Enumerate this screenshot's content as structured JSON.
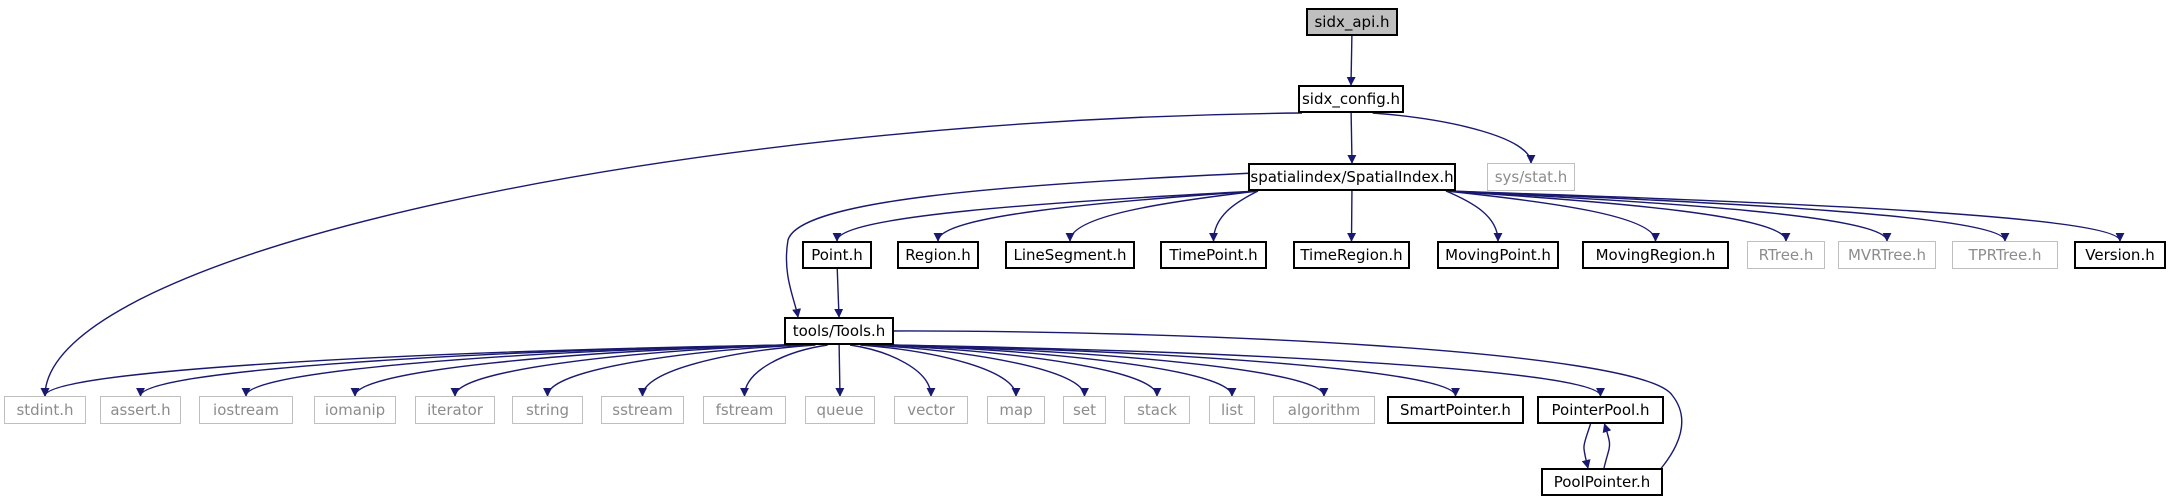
{
  "colors": {
    "edge": "#191970",
    "local_border": "#000000",
    "system_border": "#bfbfbf",
    "system_text": "#8c8c8c",
    "root_fill": "#bfbfbf"
  },
  "nodes": [
    {
      "id": "sidx_api",
      "label": "sidx_api.h",
      "kind": "root"
    },
    {
      "id": "sidx_config",
      "label": "sidx_config.h",
      "kind": "local"
    },
    {
      "id": "spatialindex",
      "label": "spatialindex/SpatialIndex.h",
      "kind": "local"
    },
    {
      "id": "sys_stat",
      "label": "sys/stat.h",
      "kind": "system"
    },
    {
      "id": "point",
      "label": "Point.h",
      "kind": "local"
    },
    {
      "id": "region",
      "label": "Region.h",
      "kind": "local"
    },
    {
      "id": "linesegment",
      "label": "LineSegment.h",
      "kind": "local"
    },
    {
      "id": "timepoint",
      "label": "TimePoint.h",
      "kind": "local"
    },
    {
      "id": "timeregion",
      "label": "TimeRegion.h",
      "kind": "local"
    },
    {
      "id": "movingpoint",
      "label": "MovingPoint.h",
      "kind": "local"
    },
    {
      "id": "movingregion",
      "label": "MovingRegion.h",
      "kind": "local"
    },
    {
      "id": "rtree",
      "label": "RTree.h",
      "kind": "system"
    },
    {
      "id": "mvrtree",
      "label": "MVRTree.h",
      "kind": "system"
    },
    {
      "id": "tprtree",
      "label": "TPRTree.h",
      "kind": "system"
    },
    {
      "id": "version",
      "label": "Version.h",
      "kind": "local"
    },
    {
      "id": "tools",
      "label": "tools/Tools.h",
      "kind": "local"
    },
    {
      "id": "stdint",
      "label": "stdint.h",
      "kind": "system"
    },
    {
      "id": "assert",
      "label": "assert.h",
      "kind": "system"
    },
    {
      "id": "iostream",
      "label": "iostream",
      "kind": "system"
    },
    {
      "id": "iomanip",
      "label": "iomanip",
      "kind": "system"
    },
    {
      "id": "iterator",
      "label": "iterator",
      "kind": "system"
    },
    {
      "id": "string",
      "label": "string",
      "kind": "system"
    },
    {
      "id": "sstream",
      "label": "sstream",
      "kind": "system"
    },
    {
      "id": "fstream",
      "label": "fstream",
      "kind": "system"
    },
    {
      "id": "queue",
      "label": "queue",
      "kind": "system"
    },
    {
      "id": "vector",
      "label": "vector",
      "kind": "system"
    },
    {
      "id": "map",
      "label": "map",
      "kind": "system"
    },
    {
      "id": "set",
      "label": "set",
      "kind": "system"
    },
    {
      "id": "stack",
      "label": "stack",
      "kind": "system"
    },
    {
      "id": "list",
      "label": "list",
      "kind": "system"
    },
    {
      "id": "algorithm",
      "label": "algorithm",
      "kind": "system"
    },
    {
      "id": "smartpointer",
      "label": "SmartPointer.h",
      "kind": "local"
    },
    {
      "id": "pointerpool",
      "label": "PointerPool.h",
      "kind": "local"
    },
    {
      "id": "poolpointer",
      "label": "PoolPointer.h",
      "kind": "local"
    }
  ],
  "edges": [
    [
      "sidx_api",
      "sidx_config"
    ],
    [
      "sidx_config",
      "spatialindex"
    ],
    [
      "sidx_config",
      "sys_stat"
    ],
    [
      "sidx_config",
      "stdint"
    ],
    [
      "spatialindex",
      "point"
    ],
    [
      "spatialindex",
      "region"
    ],
    [
      "spatialindex",
      "linesegment"
    ],
    [
      "spatialindex",
      "timepoint"
    ],
    [
      "spatialindex",
      "timeregion"
    ],
    [
      "spatialindex",
      "movingpoint"
    ],
    [
      "spatialindex",
      "movingregion"
    ],
    [
      "spatialindex",
      "rtree"
    ],
    [
      "spatialindex",
      "mvrtree"
    ],
    [
      "spatialindex",
      "tprtree"
    ],
    [
      "spatialindex",
      "version"
    ],
    [
      "spatialindex",
      "tools"
    ],
    [
      "point",
      "tools"
    ],
    [
      "tools",
      "stdint"
    ],
    [
      "tools",
      "assert"
    ],
    [
      "tools",
      "iostream"
    ],
    [
      "tools",
      "iomanip"
    ],
    [
      "tools",
      "iterator"
    ],
    [
      "tools",
      "string"
    ],
    [
      "tools",
      "sstream"
    ],
    [
      "tools",
      "fstream"
    ],
    [
      "tools",
      "queue"
    ],
    [
      "tools",
      "vector"
    ],
    [
      "tools",
      "map"
    ],
    [
      "tools",
      "set"
    ],
    [
      "tools",
      "stack"
    ],
    [
      "tools",
      "list"
    ],
    [
      "tools",
      "algorithm"
    ],
    [
      "tools",
      "smartpointer"
    ],
    [
      "tools",
      "pointerpool"
    ],
    [
      "tools",
      "poolpointer"
    ],
    [
      "pointerpool",
      "poolpointer"
    ],
    [
      "poolpointer",
      "pointerpool"
    ]
  ]
}
